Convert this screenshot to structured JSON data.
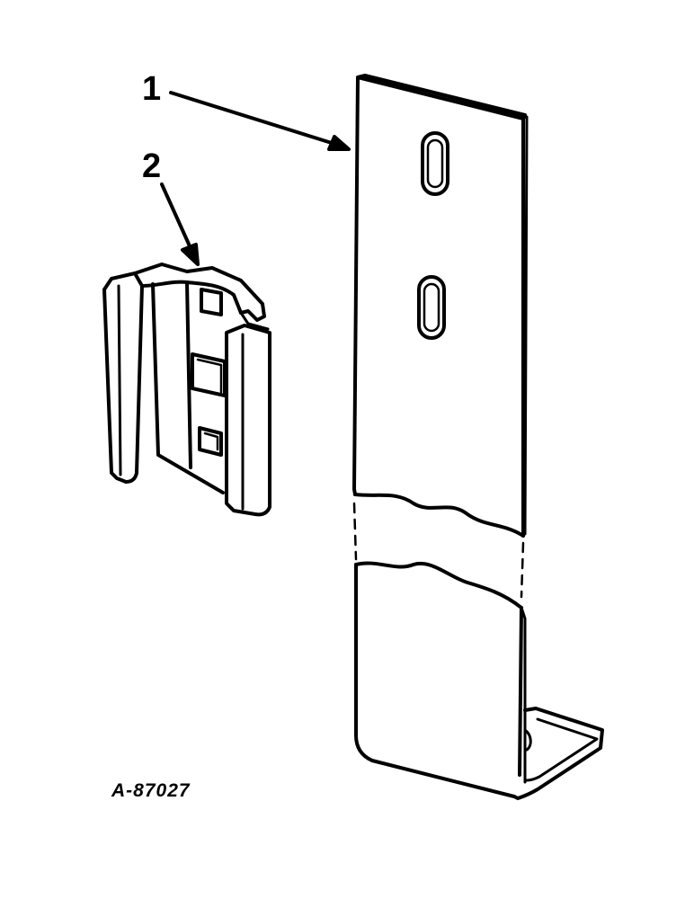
{
  "callouts": {
    "part_1": "1",
    "part_2": "2"
  },
  "reference_code": "A-87027",
  "colors": {
    "ink": "#000000",
    "paper": "#ffffff"
  }
}
